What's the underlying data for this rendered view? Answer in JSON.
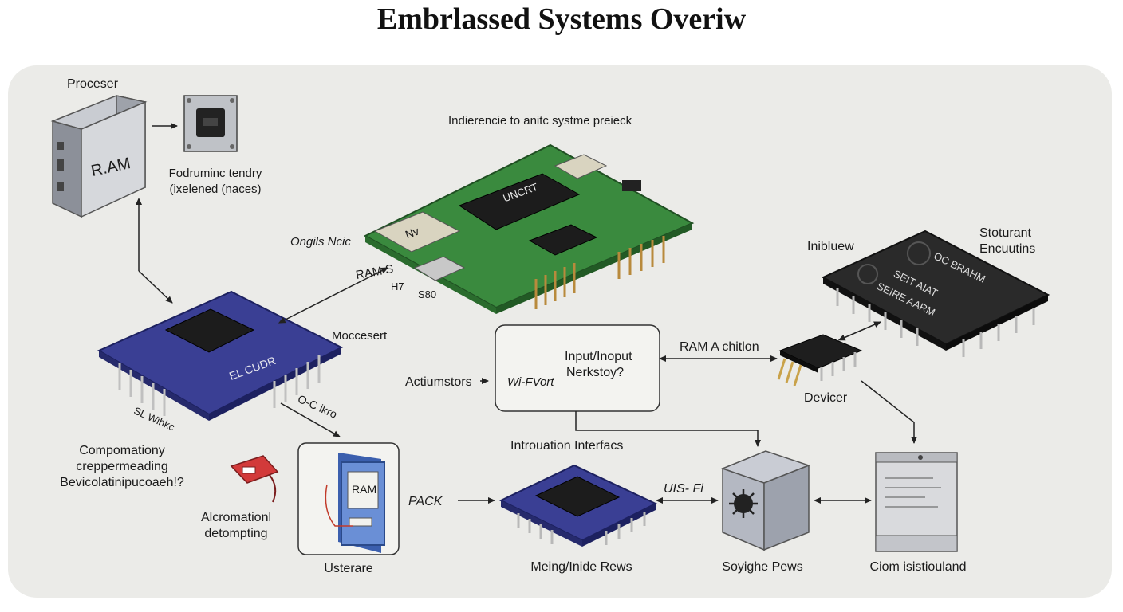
{
  "title": "Embrlassed Systems Overiw",
  "labels": {
    "proceser": "Proceser",
    "ram_block": "R.AM",
    "fodruminc_1": "Fodruminc tendry",
    "fodruminc_2": "(ixelened (naces)",
    "indierencie": "Indierencie to anitc systme preieck",
    "ongils": "Ongils Ncic",
    "ram_s": "RAM S",
    "h7": "H7",
    "s80": "S80",
    "uncrt": "UNCRT",
    "nv": "Nv",
    "moccesert": "Moccesert",
    "elcudr": "EL CUDR",
    "oc_ikro": "O-C ikro",
    "sl_wihkc": "SL Wihkc",
    "compomationy_1": "Compomationy",
    "compomationy_2": "crеppermeading",
    "compomationy_3": "Bevicolatinipucoaeh!?",
    "alcromation_1": "Alcromationl",
    "alcromation_2": "detompting",
    "ram_card": "RAM",
    "usterare": "Usterare",
    "actiumstors": "Actiumstors",
    "wifvort": "Wi-FVort",
    "input_1": "Input/Inoput",
    "input_2": "Nerkstoy?",
    "ram_a_chitlon": "RAM A chitlon",
    "inibluew": "Inibluew",
    "stoturant_1": "Stoturant",
    "stoturant_2": "Encuutins",
    "chip_text_1": "OC BRAHM",
    "chip_text_2": "SEIT AIAT",
    "chip_text_3": "SEIRE AARM",
    "devicer": "Devicer",
    "introuation": "Introuation Interfacs",
    "pack": "PACK",
    "uisfi": "UIS- Fi",
    "meing": "Meing/Inide Rews",
    "soyighe": "Soyighe Pews",
    "ciom": "Ciom isistiouland"
  }
}
